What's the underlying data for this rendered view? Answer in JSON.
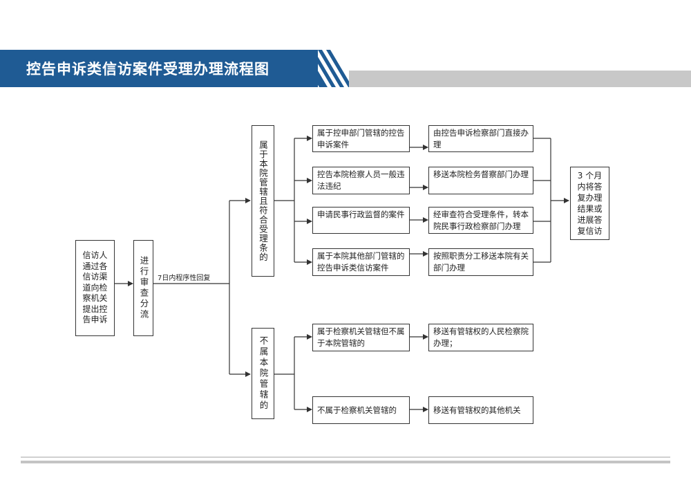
{
  "header": {
    "title": "控告申诉类信访案件受理办理流程图"
  },
  "colors": {
    "banner": "#1f5b94",
    "gray_bar": "#c8c8c8",
    "line": "#333333"
  },
  "flow": {
    "start": "信访人通过各信访渠道向检察机关提出控告申诉",
    "review": "进行审查分流",
    "edge_label": "7日内程序性回复",
    "branch_in": "属于本院管辖且符合受理条的",
    "branch_out": "不属本院管辖的",
    "in_cases": [
      {
        "condition": "属于控申部门管辖的控告申诉案件",
        "action": "由控告申诉检察部门直接办理"
      },
      {
        "condition": "控告本院检察人员一般违法违纪",
        "action": "移送本院检务督察部门办理"
      },
      {
        "condition": "申请民事行政监督的案件",
        "action": "经审查符合受理条件，转本院民事行政检察部门办理"
      },
      {
        "condition": "属于本院其他部门管辖的控告申诉类信访案件",
        "action": "按照职责分工移送本院有关部门办理"
      }
    ],
    "result": "3 个月内将答复办理结果或进展答复信访",
    "out_cases": [
      {
        "condition": "属于检察机关管辖但不属于本院管辖的",
        "action": "移送有管辖权的人民检察院办理；"
      },
      {
        "condition": "不属于检察机关管辖的",
        "action": "移送有管辖权的其他机关"
      }
    ]
  }
}
